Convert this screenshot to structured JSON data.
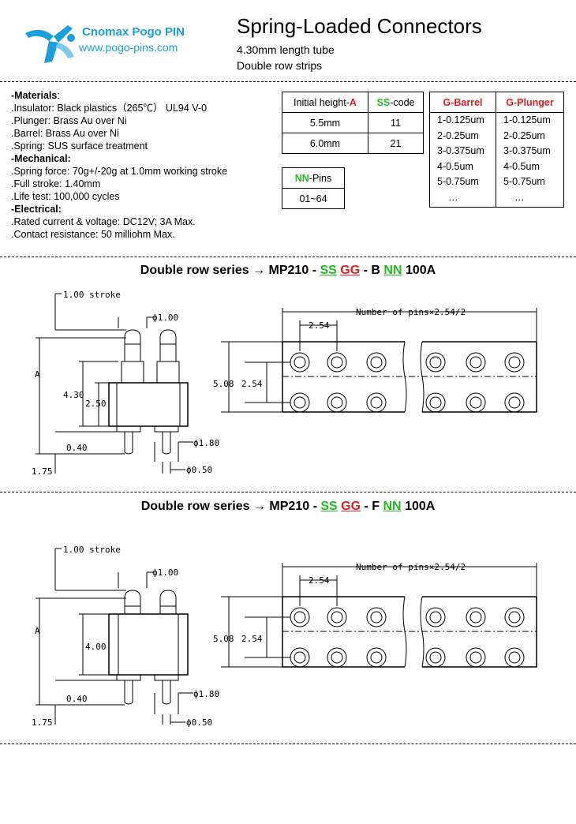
{
  "brand": {
    "name": "Cnomax Pogo PIN",
    "url": "www.pogo-pins.com"
  },
  "title": "Spring-Loaded Connectors",
  "subtitle1": "4.30mm length tube",
  "subtitle2": "Double row strips",
  "specs": {
    "materials_header": "-Materials",
    "materials_colon": ":",
    "insulator": ".Insulator: Black plastics（265℃） UL94 V-0",
    "plunger": ".Plunger: Brass Au over Ni",
    "barrel": ".Barrel: Brass Au over Ni",
    "spring": ".Spring: SUS surface treatment",
    "mechanical_header": "-Mechanical:",
    "spring_force": ".Spring force: 70g+/-20g at 1.0mm working stroke",
    "full_stroke": ".Full stroke: 1.40mm",
    "life_test": ".Life test: 100,000 cycles",
    "electrical_header": "-Electrical:",
    "rated": ".Rated current & voltage: DC12V; 3A Max.",
    "contact": ".Contact resistance: 50 milliohm Max."
  },
  "height_table": {
    "h1_prefix": "Initial height-",
    "h1_key": "A",
    "h2_key": "SS",
    "h2_suffix": "-code",
    "rows": [
      {
        "height": "5.5mm",
        "code": "11"
      },
      {
        "height": "6.0mm",
        "code": "21"
      }
    ]
  },
  "pins_table": {
    "key": "NN",
    "suffix": "-Pins",
    "value": "01~64"
  },
  "g_table": {
    "barrel_header": "G-Barrel",
    "plunger_header": "G-Plunger",
    "barrel": [
      "1-0.125um",
      "2-0.25um",
      "3-0.375um",
      "4-0.5um",
      "5-0.75um",
      "…"
    ],
    "plunger": [
      "1-0.125um",
      "2-0.25um",
      "3-0.375um",
      "4-0.5um",
      "5-0.75um",
      "…"
    ]
  },
  "series_b": {
    "prefix": "Double row series",
    "arrow": "→",
    "model": "MP210",
    "dash": "-",
    "ss": "SS",
    "gg": "GG",
    "mid": "- B",
    "nn": "NN",
    "suffix": "100A"
  },
  "series_f": {
    "prefix": "Double row series",
    "arrow": "→",
    "model": "MP210",
    "dash": "-",
    "ss": "SS",
    "gg": "GG",
    "mid": "- F",
    "nn": "NN",
    "suffix": "100A"
  },
  "dims_b": {
    "stroke": "1.00 stroke",
    "dia_tip": "ϕ1.00",
    "a": "A",
    "h430": "4.30",
    "h250": "2.50",
    "d040": "0.40",
    "dia180": "ϕ1.80",
    "d175": "1.75",
    "dia050": "ϕ0.50",
    "pins_formula": "Number of pins×2.54/2",
    "pitch": "2.54",
    "row_total": "5.08",
    "row_pitch": "2.54"
  },
  "dims_f": {
    "stroke": "1.00 stroke",
    "dia_tip": "ϕ1.00",
    "a": "A",
    "h400": "4.00",
    "d040": "0.40",
    "dia180": "ϕ1.80",
    "d175": "1.75",
    "dia050": "ϕ0.50",
    "pins_formula": "Number of pins×2.54/2",
    "pitch": "2.54",
    "row_total": "5.08",
    "row_pitch": "2.54"
  }
}
